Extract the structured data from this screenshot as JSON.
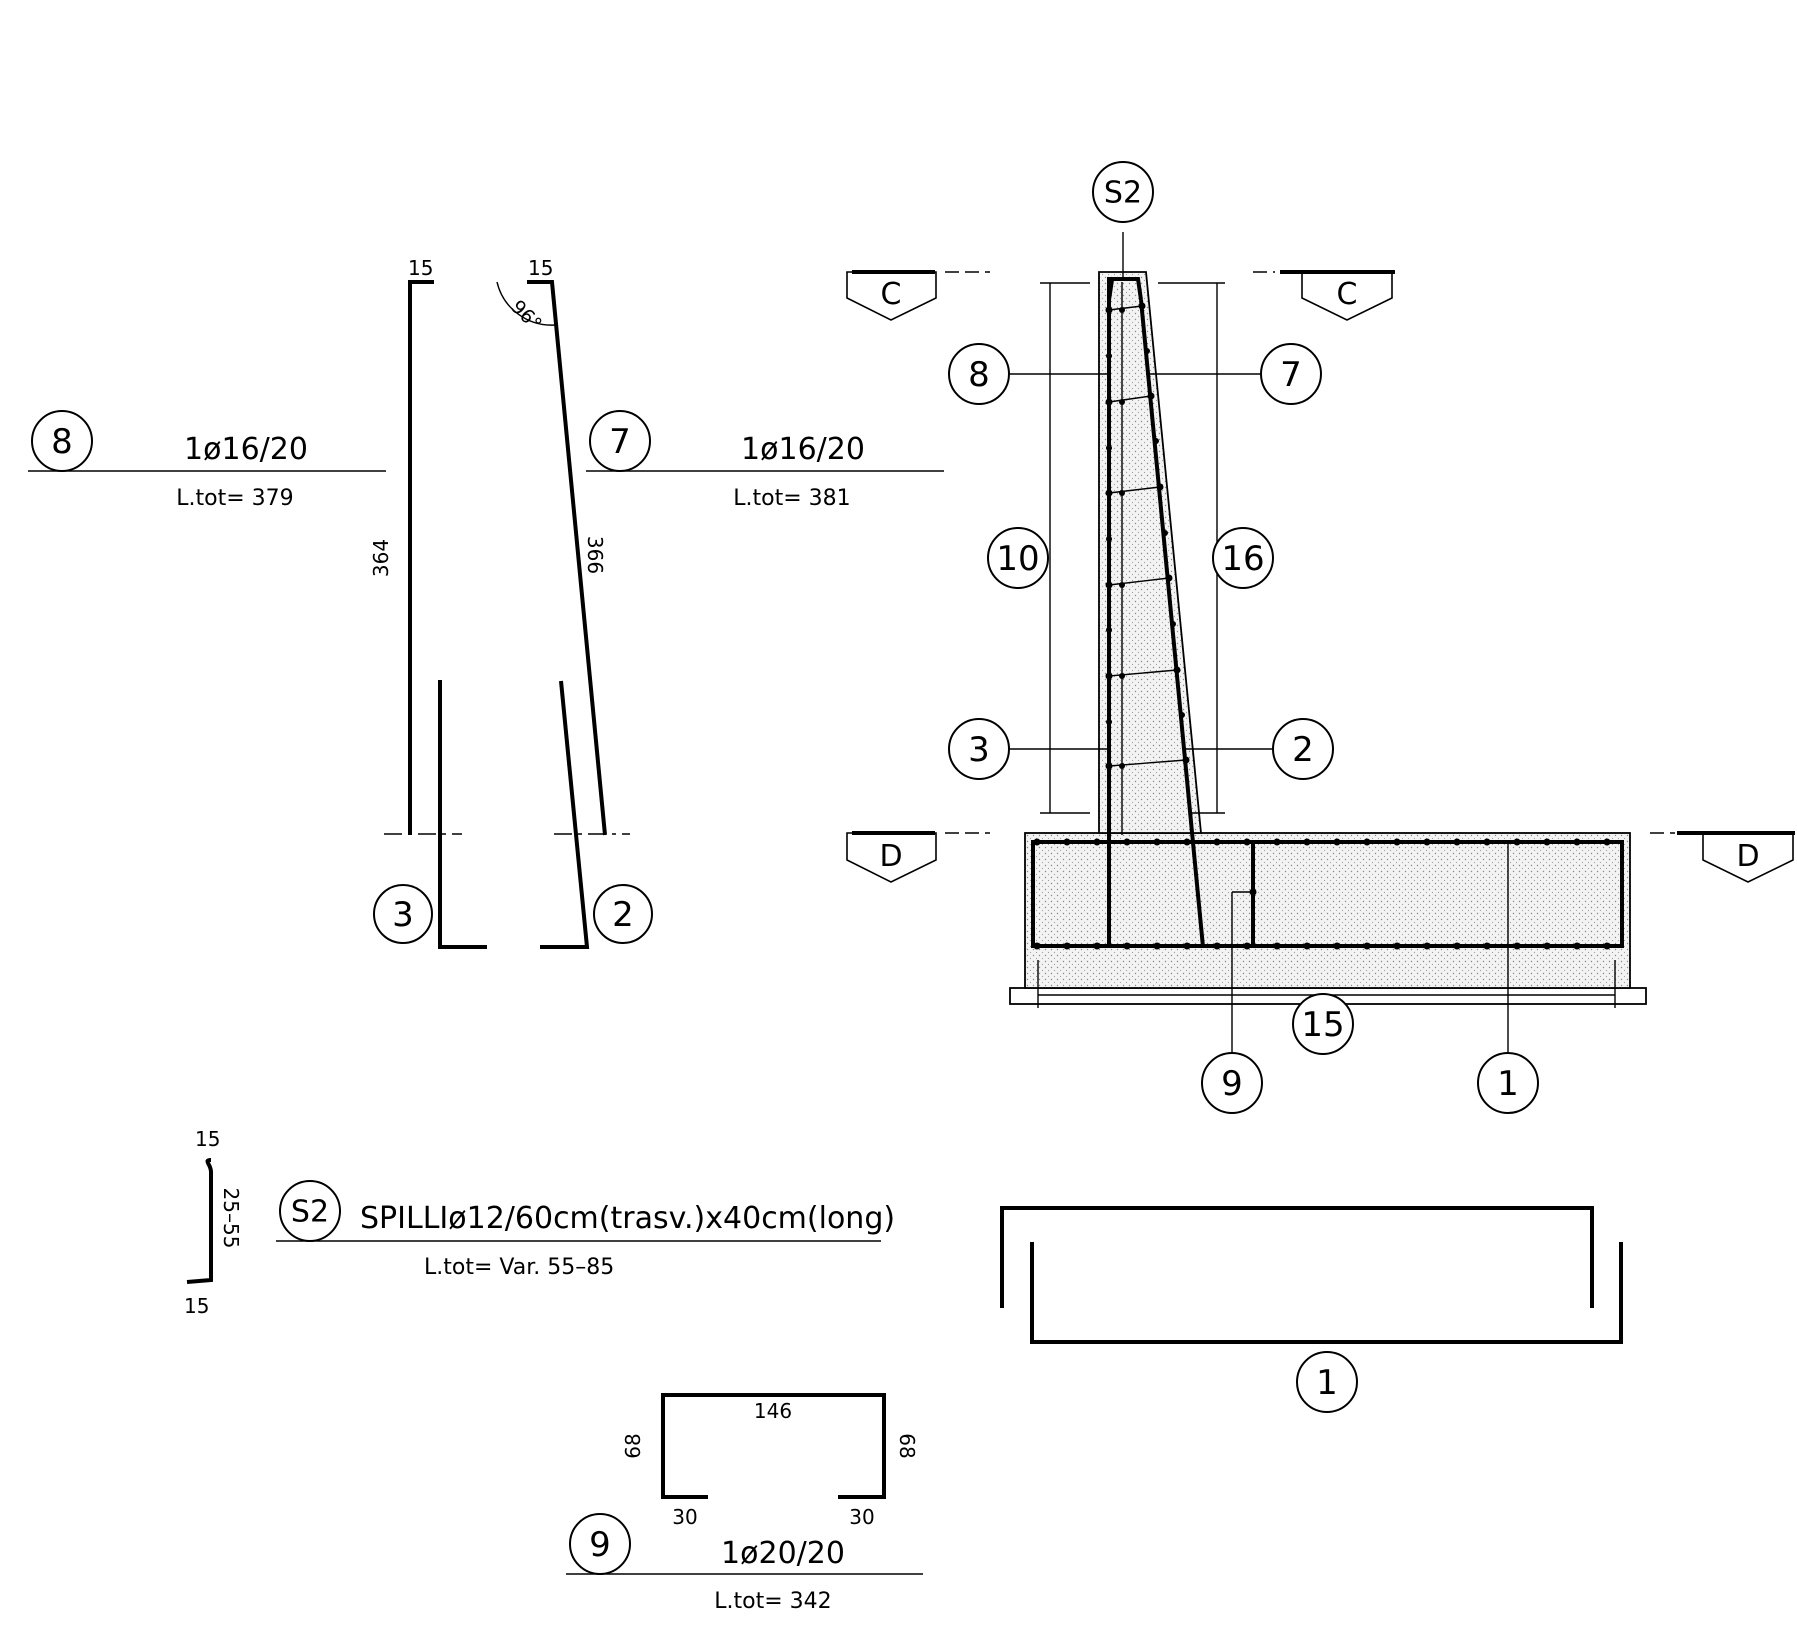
{
  "bubbles": {
    "b8_left": "8",
    "b7_left": "7",
    "b3_left": "3",
    "b2_left": "2",
    "bS2_top": "S2",
    "b8_sec": "8",
    "b7_sec": "7",
    "b10": "10",
    "b16": "16",
    "b3_sec": "3",
    "b2_sec": "2",
    "b15": "15",
    "b9_sec": "9",
    "b1_sec": "1",
    "bS2_sched": "S2",
    "b1_shape": "1",
    "b9_sched": "9"
  },
  "sections": {
    "top_left": "C",
    "top_right": "C",
    "bottom_left": "D",
    "bottom_right": "D"
  },
  "bar8": {
    "spec": "1ø16/20",
    "length": "L.tot= 379",
    "hook": "15",
    "height": "364"
  },
  "bar7": {
    "spec": "1ø16/20",
    "length": "L.tot= 381",
    "hook": "15",
    "height": "366",
    "angle": "96°"
  },
  "s2": {
    "spec": "SPILLIø12/60cm(trasv.)x40cm(long)",
    "length": "L.tot= Var.  55–85",
    "top": "15",
    "side": "25–55",
    "bottom": "15"
  },
  "bar9": {
    "spec": "1ø20/20",
    "length": "L.tot= 342",
    "top": "146",
    "left": "68",
    "right": "68",
    "foot_left": "30",
    "foot_right": "30"
  }
}
